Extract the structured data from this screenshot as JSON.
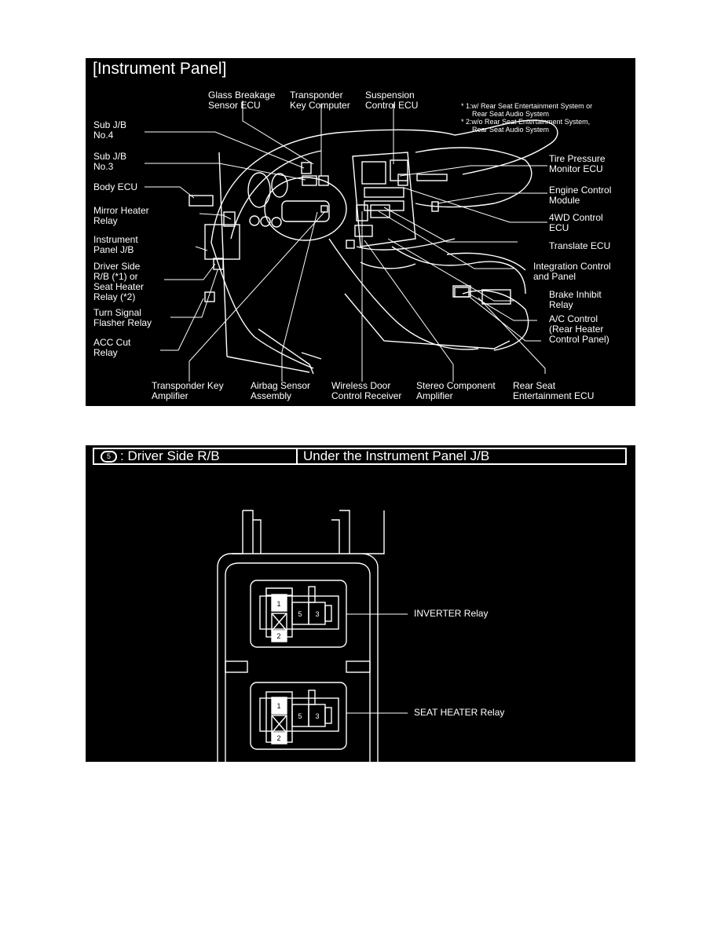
{
  "panel1": {
    "title": "[Instrument Panel]",
    "notes": [
      "* 1:w/ Rear Seat Entertainment System or",
      "Rear Seat Audio System",
      "* 2:w/o Rear Seat Entertainment System,",
      "Rear Seat Audio System"
    ],
    "labels": {
      "glass_breakage": [
        "Glass Breakage",
        "Sensor ECU"
      ],
      "transponder_computer": [
        "Transponder",
        "Key Computer"
      ],
      "suspension": [
        "Suspension",
        "Control ECU"
      ],
      "sub_jb4": [
        "Sub J/B",
        "No.4"
      ],
      "sub_jb3": [
        "Sub J/B",
        "No.3"
      ],
      "body_ecu": [
        "Body ECU"
      ],
      "mirror_heater": [
        "Mirror Heater",
        "Relay"
      ],
      "instrument_jb": [
        "Instrument",
        "Panel J/B"
      ],
      "driver_side": [
        "Driver Side",
        "R/B (*1) or",
        "Seat Heater",
        "Relay (*2)"
      ],
      "turn_signal": [
        "Turn Signal",
        "Flasher Relay"
      ],
      "acc_cut": [
        "ACC Cut",
        "Relay"
      ],
      "tire_pressure": [
        "Tire Pressure",
        "Monitor ECU"
      ],
      "engine_control": [
        "Engine Control",
        "Module"
      ],
      "fourwd": [
        "4WD Control",
        "ECU"
      ],
      "translate": [
        "Translate ECU"
      ],
      "integration": [
        "Integration Control",
        "and Panel"
      ],
      "brake_inhibit": [
        "Brake Inhibit",
        "Relay"
      ],
      "ac_control": [
        "A/C Control",
        "(Rear Heater",
        "Control Panel)"
      ],
      "transponder_amp": [
        "Transponder Key",
        "Amplifier"
      ],
      "airbag": [
        "Airbag Sensor",
        "Assembly"
      ],
      "wireless": [
        "Wireless Door",
        "Control Receiver"
      ],
      "stereo": [
        "Stereo Component",
        "Amplifier"
      ],
      "rear_seat": [
        "Rear Seat",
        "Entertainment ECU"
      ]
    }
  },
  "panel2": {
    "location_number": "5",
    "title_left": ": Driver Side R/B",
    "title_right": "Under the Instrument Panel J/B",
    "relay_top_label": "INVERTER Relay",
    "relay_bottom_label": "SEAT HEATER Relay",
    "terminals": {
      "t1": "1",
      "t2": "2",
      "t5": "5",
      "t3": "3"
    }
  }
}
